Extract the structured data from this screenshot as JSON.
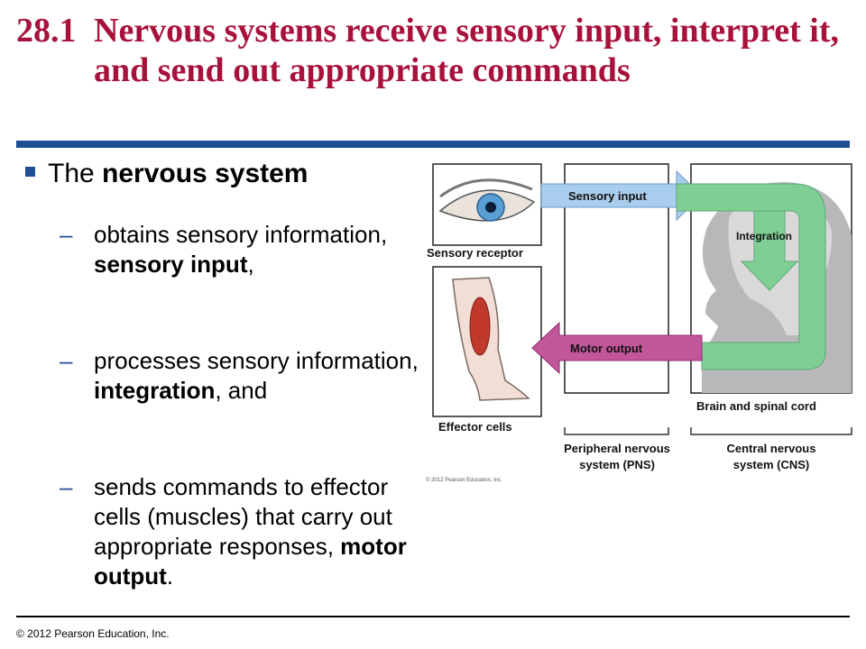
{
  "title": {
    "number": "28.1",
    "text": "Nervous systems receive sensory input, interpret it, and send out appropriate commands"
  },
  "bullet": {
    "prefix": "The ",
    "bold": "nervous system"
  },
  "subpoints": [
    {
      "dash": "–",
      "t1": "obtains sensory information, ",
      "b1": "sensory input",
      "t2": ","
    },
    {
      "dash": "–",
      "t1": "processes sensory information, ",
      "b1": "integration",
      "t2": ", and"
    },
    {
      "dash": "–",
      "t1": "sends commands to effector cells (muscles) that carry out appropriate responses, ",
      "b1": "motor output",
      "t2": "."
    }
  ],
  "diagram": {
    "sensory_receptor": "Sensory receptor",
    "effector_cells": "Effector cells",
    "sensory_input": "Sensory input",
    "integration": "Integration",
    "motor_output": "Motor output",
    "brain_spinal": "Brain and spinal cord",
    "pns_line1": "Peripheral nervous",
    "pns_line2": "system (PNS)",
    "cns_line1": "Central nervous",
    "cns_line2": "system (CNS)",
    "copyright_small": "© 2012 Pearson Education, Inc.",
    "colors": {
      "sensory": "#a9cdec",
      "integration": "#7fcf95",
      "motor": "#c2569a"
    }
  },
  "footer": "© 2012 Pearson Education, Inc."
}
